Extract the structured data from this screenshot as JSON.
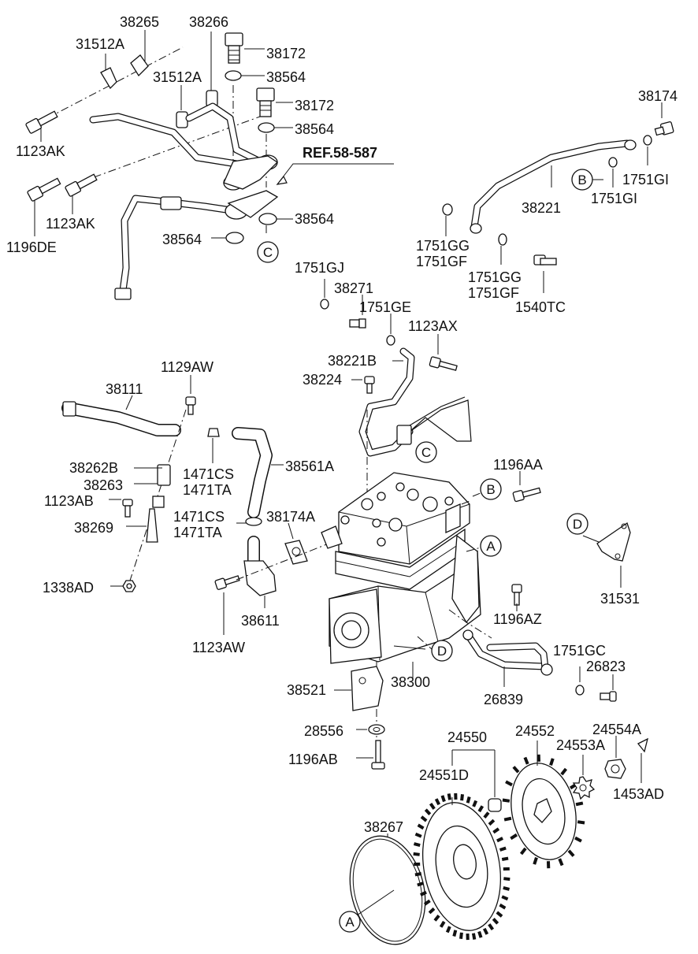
{
  "reference": "REF.58-587",
  "parts": {
    "p38265": "38265",
    "p38266": "38266",
    "p31512A_1": "31512A",
    "p31512A_2": "31512A",
    "p38172_1": "38172",
    "p38564_1": "38564",
    "p38172_2": "38172",
    "p38564_2": "38564",
    "p1123AK_1": "1123AK",
    "p1123AK_2": "1123AK",
    "p1196DE": "1196DE",
    "p38564_3": "38564",
    "p38564_4": "38564",
    "p38174": "38174",
    "p1751GI_1": "1751GI",
    "p1751GI_2": "1751GI",
    "p38221": "38221",
    "p1751GG_1": "1751GG",
    "p1751GF_1": "1751GF",
    "p1751GG_2": "1751GG",
    "p1751GF_2": "1751GF",
    "p1540TC": "1540TC",
    "p1751GJ": "1751GJ",
    "p38271": "38271",
    "p1751GE": "1751GE",
    "p1123AX": "1123AX",
    "p38221B": "38221B",
    "p38224": "38224",
    "p1129AW": "1129AW",
    "p38111": "38111",
    "p38262B": "38262B",
    "p38263": "38263",
    "p1123AB": "1123AB",
    "p38269": "38269",
    "p1471CS_1": "1471CS",
    "p1471TA_1": "1471TA",
    "p38561A": "38561A",
    "p1471CS_2": "1471CS",
    "p1471TA_2": "1471TA",
    "p38174A": "38174A",
    "p1338AD": "1338AD",
    "p38611": "38611",
    "p1123AW": "1123AW",
    "p1196AA": "1196AA",
    "p31531": "31531",
    "p1196AZ": "1196AZ",
    "p1751GC": "1751GC",
    "p26823": "26823",
    "p26839": "26839",
    "p38521": "38521",
    "p38300": "38300",
    "p28556": "28556",
    "p1196AB": "1196AB",
    "p24550": "24550",
    "p24551D": "24551D",
    "p24552": "24552",
    "p24553A": "24553A",
    "p24554A": "24554A",
    "p1453AD": "1453AD",
    "p38267": "38267"
  },
  "callouts": {
    "A1": "A",
    "A2": "A",
    "B1": "B",
    "B2": "B",
    "C1": "C",
    "C2": "C",
    "D1": "D",
    "D2": "D"
  }
}
